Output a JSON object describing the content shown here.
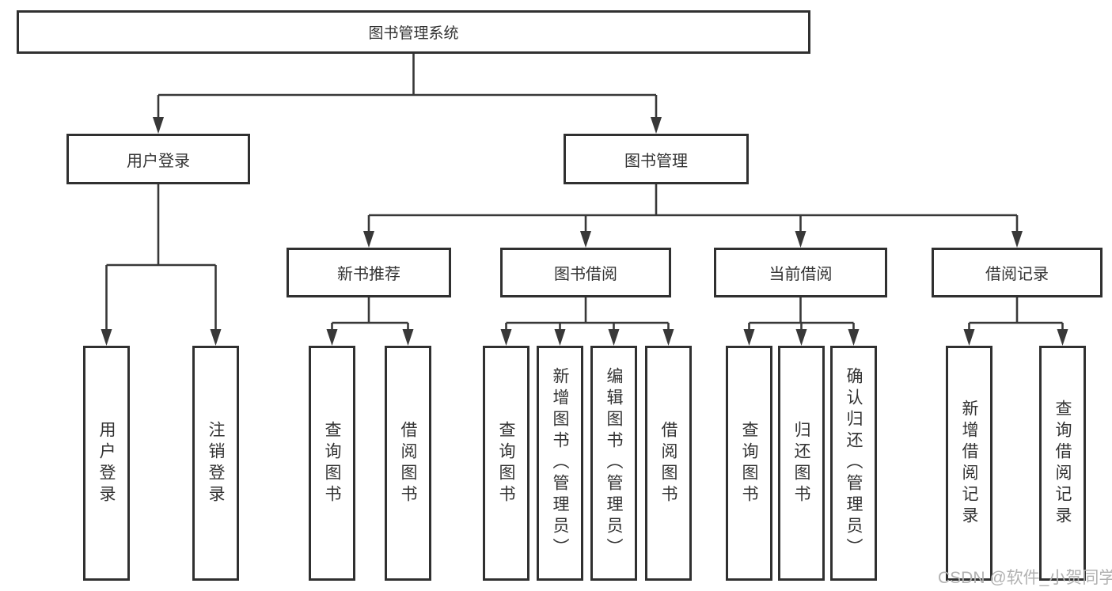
{
  "diagram_title": "图书管理系统",
  "nodes": {
    "root": "图书管理系统",
    "user_login": "用户登录",
    "book_mgmt": "图书管理",
    "new_book_rec": "新书推荐",
    "book_borrow": "图书借阅",
    "current_borrow": "当前借阅",
    "borrow_records": "借阅记录",
    "leaf_user_login": "用户登录",
    "leaf_logout": "注销登录",
    "leaf_rec_search_book": "查询图书",
    "leaf_rec_borrow_book": "借阅图书",
    "leaf_bb_search_book": "查询图书",
    "leaf_bb_add_book": "新增图书（管理员）",
    "leaf_bb_edit_book": "编辑图书（管理员）",
    "leaf_bb_borrow_book": "借阅图书",
    "leaf_cb_search_book": "查询图书",
    "leaf_cb_return_book": "归还图书",
    "leaf_cb_confirm_return": "确认归还（管理员）",
    "leaf_br_add_record": "新增借阅记录",
    "leaf_br_search_record": "查询借阅记录"
  },
  "hierarchy": {
    "图书管理系统": {
      "用户登录": [
        "用户登录",
        "注销登录"
      ],
      "图书管理": {
        "新书推荐": [
          "查询图书",
          "借阅图书"
        ],
        "图书借阅": [
          "查询图书",
          "新增图书（管理员）",
          "编辑图书（管理员）",
          "借阅图书"
        ],
        "当前借阅": [
          "查询图书",
          "归还图书",
          "确认归还（管理员）"
        ],
        "借阅记录": [
          "新增借阅记录",
          "查询借阅记录"
        ]
      }
    }
  },
  "watermark": {
    "text": "CSDN @软件_小贺同学"
  },
  "colors": {
    "line": "#383838",
    "box_border": "#303030",
    "box_fill": "#ffffff",
    "text": "#333333",
    "watermark": "#b1b1b1"
  }
}
